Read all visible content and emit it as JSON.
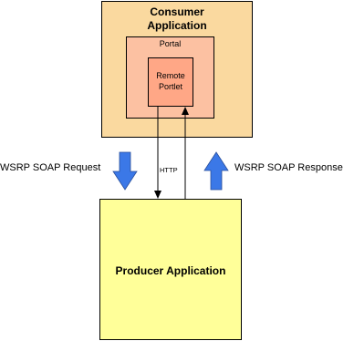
{
  "consumer": {
    "title_line1": "Consumer",
    "title_line2": "Application",
    "fill": "#fad99f"
  },
  "portal": {
    "label": "Portal",
    "fill": "#fcc1a2"
  },
  "remote_portlet": {
    "label_line1": "Remote",
    "label_line2": "Portlet",
    "fill": "#ffa786"
  },
  "producer": {
    "label": "Producer Application",
    "fill": "#ffff99"
  },
  "request": {
    "label": "WSRP SOAP Request",
    "arrow_icon": "blue-down-arrow-icon",
    "color": "#3b78e7"
  },
  "response": {
    "label": "WSRP SOAP Response",
    "arrow_icon": "blue-up-arrow-icon",
    "color": "#3b78e7"
  },
  "connector": {
    "label": "HTTP"
  }
}
